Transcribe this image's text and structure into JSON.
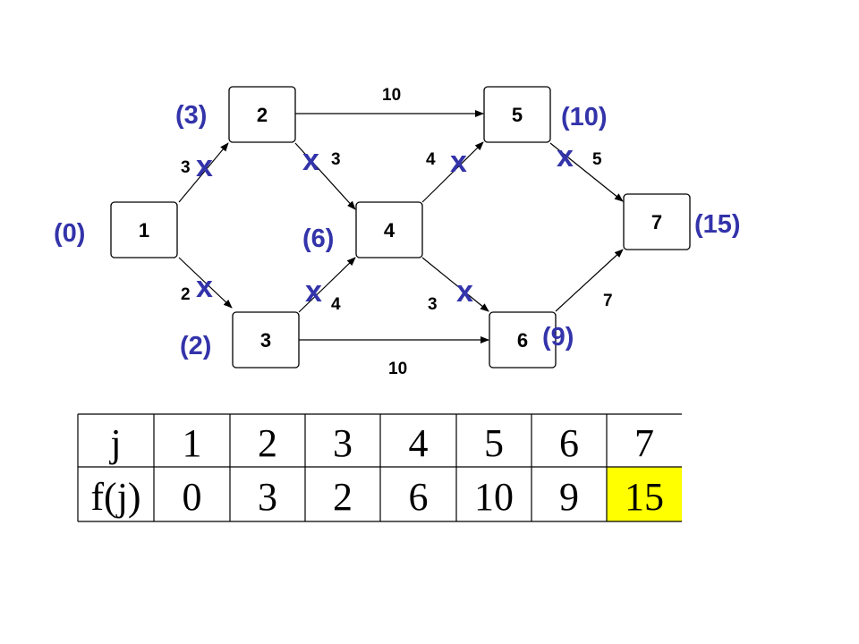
{
  "graph": {
    "nodes": [
      {
        "id": "1",
        "label": "1",
        "value": "(0)"
      },
      {
        "id": "2",
        "label": "2",
        "value": "(3)"
      },
      {
        "id": "3",
        "label": "3",
        "value": "(2)"
      },
      {
        "id": "4",
        "label": "4",
        "value": "(6)"
      },
      {
        "id": "5",
        "label": "5",
        "value": "(10)"
      },
      {
        "id": "6",
        "label": "6",
        "value": "(9)"
      },
      {
        "id": "7",
        "label": "7",
        "value": "(15)"
      }
    ],
    "edges": [
      {
        "from": "1",
        "to": "2",
        "weight": "3",
        "crossed": true
      },
      {
        "from": "1",
        "to": "3",
        "weight": "2",
        "crossed": true
      },
      {
        "from": "2",
        "to": "4",
        "weight": "3",
        "crossed": true
      },
      {
        "from": "2",
        "to": "5",
        "weight": "10",
        "crossed": false
      },
      {
        "from": "3",
        "to": "4",
        "weight": "4",
        "crossed": true
      },
      {
        "from": "3",
        "to": "6",
        "weight": "10",
        "crossed": false
      },
      {
        "from": "4",
        "to": "5",
        "weight": "4",
        "crossed": true
      },
      {
        "from": "4",
        "to": "6",
        "weight": "3",
        "crossed": true
      },
      {
        "from": "5",
        "to": "7",
        "weight": "5",
        "crossed": true
      },
      {
        "from": "6",
        "to": "7",
        "weight": "7",
        "crossed": false
      }
    ],
    "cross_symbol": "x"
  },
  "table": {
    "header_row": [
      "j",
      "1",
      "2",
      "3",
      "4",
      "5",
      "6",
      "7"
    ],
    "value_row": [
      "f(j)",
      "0",
      "3",
      "2",
      "6",
      "10",
      "9",
      "15"
    ],
    "highlighted_column": 7,
    "highlight_color": "#ffff00"
  },
  "colors": {
    "annotation": "#3333aa",
    "node_border": "#000000"
  }
}
